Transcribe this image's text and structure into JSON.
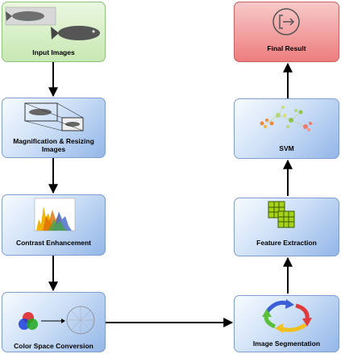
{
  "nodes": {
    "input_images": "Input Images",
    "magnification": "Magnification & Resizing Images",
    "contrast": "Contrast Enhancement",
    "color_space": "Color Space Conversion",
    "segmentation": "Image Segmentation",
    "feature_extraction": "Feature Extraction",
    "svm": "SVM",
    "final_result": "Final Result"
  },
  "colors": {
    "process_box": "#cfe1f7",
    "input_box": "#c8e8b3",
    "result_box": "#ee7d7d",
    "arrow": "#000000"
  },
  "icons": {
    "input_images": "fish-photo-icon",
    "magnification": "magnify-fish-icon",
    "contrast": "histogram-icon",
    "color_space": "color-circles-icon",
    "segmentation": "cycle-arrows-icon",
    "feature_extraction": "green-grid-icon",
    "svm": "scatter-cluster-icon",
    "final_result": "exit-icon"
  }
}
